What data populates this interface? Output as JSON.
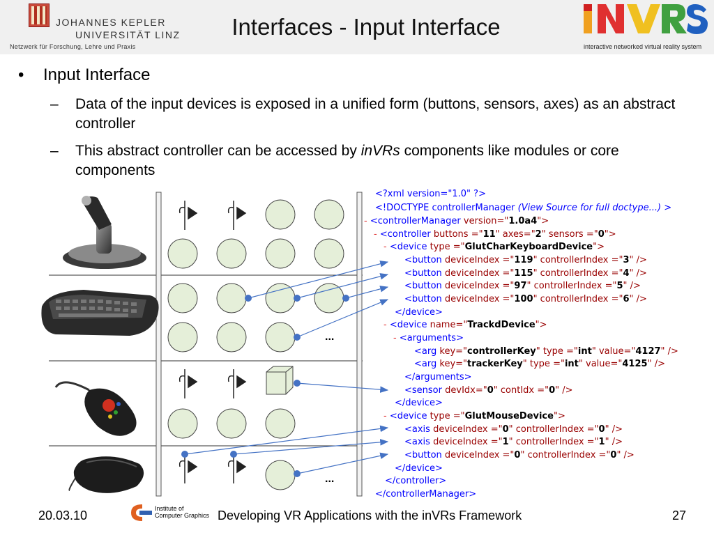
{
  "header": {
    "university_line1": "JOHANNES KEPLER",
    "university_line2": "UNIVERSITÄT LINZ",
    "university_tagline": "Netzwerk für Forschung, Lehre und Praxis",
    "title": "Interfaces - Input Interface",
    "invrs_logo_text": "INVRS",
    "invrs_tagline": "interactive networked virtual reality system"
  },
  "content": {
    "bullet": "•",
    "dash": "–",
    "main_point": "Input Interface",
    "sub_point_1": "Data of the input devices is exposed in a unified form (buttons, sensors, axes) as an abstract controller",
    "sub_point_2_before": "This abstract controller can be accessed by ",
    "sub_point_2_emph": "inVRs",
    "sub_point_2_after": " components like modules or core components"
  },
  "diagram": {
    "ellipsis": "..."
  },
  "xml": {
    "l1": "<?xml version=\"1.0\" ?>",
    "l2a": "<!DOCTYPE controllerManager",
    "l2b": "(View Source for full doctype...)",
    "l2c": ">",
    "minus": "-",
    "l3a": "<controllerManager",
    "l3b": "version=\"",
    "l3c": "1.0a4",
    "l3d": "\">",
    "l4a": "<controller",
    "l4b": "buttons =\"",
    "l4c": "11",
    "l4d": "\" axes=\"",
    "l4e": "2",
    "l4f": "\" sensors =\"",
    "l4g": "0",
    "l4h": "\">",
    "l5a": "<device",
    "l5b": "type =\"",
    "l5c": "GlutCharKeyboardDevice",
    "l5d": "\">",
    "btn": "<button",
    "di": "deviceIndex =\"",
    "ci": "\" controllerIndex =\"",
    "end": "\" />",
    "v119": "119",
    "c3": "3",
    "v115": "115",
    "c4": "4",
    "v97": "97",
    "c5": "5",
    "v100": "100",
    "c6": "6",
    "dev_close": "</device>",
    "l10a": "<device",
    "l10b": "name=\"",
    "l10c": "TrackdDevice",
    "l10d": "\">",
    "args_open": "<arguments>",
    "arg": "<arg",
    "key": "key=\"",
    "k1": "controllerKey",
    "k2": "trackerKey",
    "type_int_a": "\" type =\"",
    "int": "int",
    "value_a": "\" value=\"",
    "v4127": "4127",
    "v4125": "4125",
    "args_close": "</arguments>",
    "sensor": "<sensor",
    "devidx": "devIdx=\"",
    "zero": "0",
    "contidx": "\" contIdx =\"",
    "l18c": "GlutMouseDevice",
    "axis": "<axis",
    "one": "1",
    "ctrl_close": "</controller>",
    "cm_close": "</controllerManager>"
  },
  "footer": {
    "date": "20.03.10",
    "institute_line1": "Institute of",
    "institute_line2": "Computer Graphics",
    "presentation_title": "Developing VR Applications with the inVRs Framework",
    "page": "27"
  },
  "colors": {
    "connector": "#4472c4",
    "circle_fill": "#e5efd9",
    "xml_tag": "#0000ff",
    "xml_attr": "#990000",
    "xml_minus": "#e03030"
  }
}
